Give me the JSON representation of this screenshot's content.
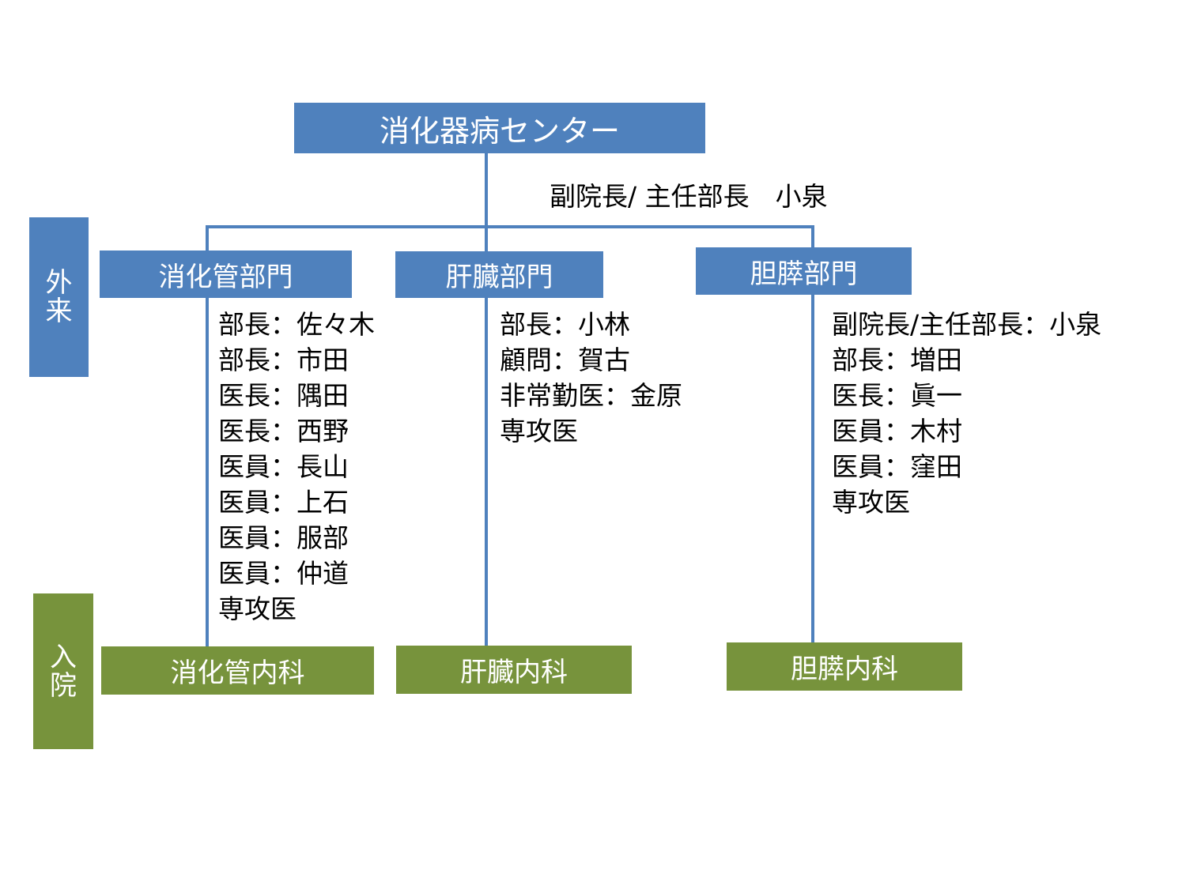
{
  "center": {
    "title": "消化器病センター",
    "head": "副院長/ 主任部長　小泉"
  },
  "side_labels": {
    "outpatient": [
      "外",
      "来"
    ],
    "inpatient": [
      "入",
      "院"
    ]
  },
  "departments": [
    {
      "name": "消化管部門",
      "ward": "消化管内科",
      "staff": [
        "部長：佐々木",
        "部長：市田",
        "医長：隅田",
        "医長：西野",
        "医員：長山",
        "医員：上石",
        "医員：服部",
        "医員：仲道",
        "専攻医"
      ]
    },
    {
      "name": "肝臓部門",
      "ward": "肝臓内科",
      "staff": [
        "部長：小林",
        "顧問：賀古",
        "非常勤医：金原",
        "専攻医"
      ]
    },
    {
      "name": "胆膵部門",
      "ward": "胆膵内科",
      "staff": [
        "副院長/主任部長：小泉",
        "部長：増田",
        "医長：眞一",
        "医員：木村",
        "医員：窪田",
        "専攻医"
      ]
    }
  ],
  "colors": {
    "outpatient": "#4F81BD",
    "inpatient": "#77933C",
    "connector": "#4F81BD"
  }
}
